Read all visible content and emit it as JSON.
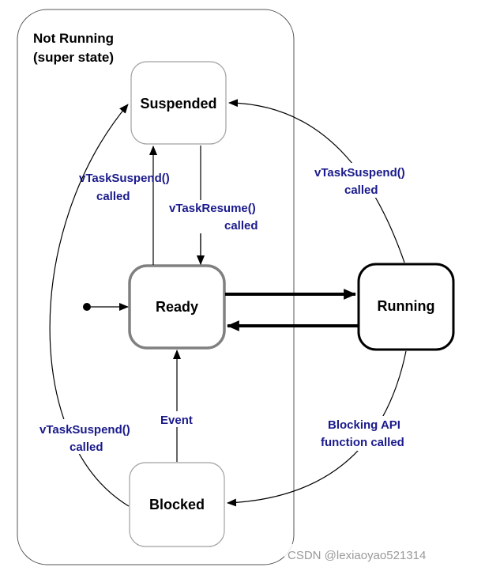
{
  "super_state": {
    "line1": "Not Running",
    "line2": "(super state)"
  },
  "states": {
    "suspended": "Suspended",
    "ready": "Ready",
    "running": "Running",
    "blocked": "Blocked"
  },
  "transitions": {
    "ready_to_suspended": {
      "line1": "vTaskSuspend()",
      "line2": "called"
    },
    "suspended_to_ready": {
      "line1": "vTaskResume()",
      "line2": "called"
    },
    "running_to_suspended": {
      "line1": "vTaskSuspend()",
      "line2": "called"
    },
    "blocked_to_suspended": {
      "line1": "vTaskSuspend()",
      "line2": "called"
    },
    "blocked_to_ready": {
      "line1": "Event"
    },
    "running_to_blocked": {
      "line1": "Blocking API",
      "line2": "function called"
    }
  },
  "watermark": "CSDN @lexiaoyao521314",
  "colors": {
    "label_blue": "#1a1a8c",
    "ready_border": "#808080",
    "soft_border": "#a0a0a0",
    "line": "#000000"
  }
}
